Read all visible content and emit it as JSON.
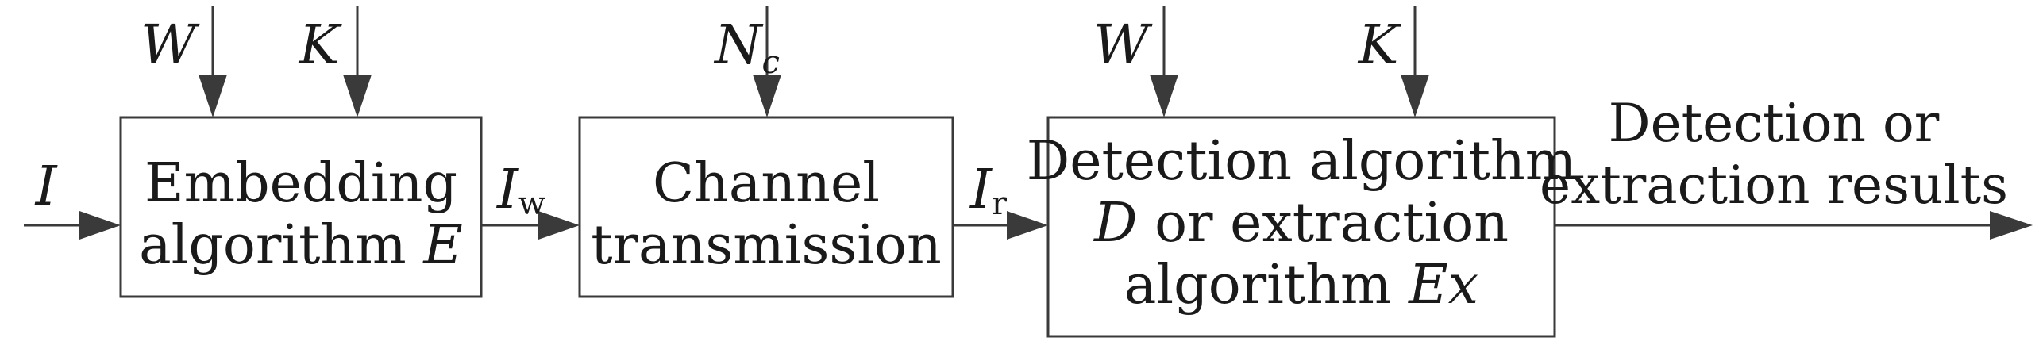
{
  "blocks": {
    "embedding": {
      "line1": "Embedding",
      "line2_prefix": "algorithm ",
      "line2_var": "E"
    },
    "channel": {
      "line1": "Channel",
      "line2": "transmission"
    },
    "detection": {
      "line1": "Detection algorithm",
      "line2_var": "D",
      "line2_rest": " or extraction",
      "line3_prefix": "algorithm ",
      "line3_var": "Ex"
    }
  },
  "signals": {
    "input": "I",
    "watermarked_main": "I",
    "watermarked_sub": "w",
    "received_main": "I",
    "received_sub": "r"
  },
  "side_inputs": {
    "embed_w": "W",
    "embed_k": "K",
    "noise_main": "N",
    "noise_sub": "c",
    "detect_w": "W",
    "detect_k": "K"
  },
  "output": {
    "line1": "Detection or",
    "line2": "extraction results"
  }
}
